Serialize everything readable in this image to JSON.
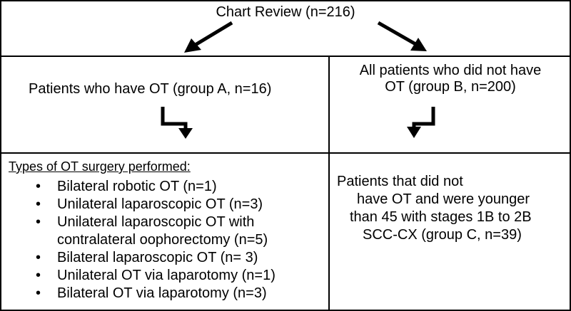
{
  "top": {
    "title": "Chart Review (n=216)"
  },
  "group_a": {
    "label": "Patients who have OT (group A, n=16)"
  },
  "group_b": {
    "line1": "All patients who did not have",
    "line2": "OT (group B, n=200)"
  },
  "surgery": {
    "title": "Types of OT surgery performed:",
    "items": [
      {
        "line1": "Bilateral robotic OT (n=1)",
        "line2": ""
      },
      {
        "line1": "Unilateral laparoscopic OT (n=3)",
        "line2": ""
      },
      {
        "line1": "Unilateral laparoscopic OT with",
        "line2": "contralateral oophorectomy (n=5)"
      },
      {
        "line1": "Bilateral laparoscopic OT (n= 3)",
        "line2": ""
      },
      {
        "line1": "Unilateral OT via laparotomy  (n=1)",
        "line2": ""
      },
      {
        "line1": "Bilateral OT via laparotomy  (n=3)",
        "line2": ""
      }
    ]
  },
  "group_c": {
    "line1": "Patients that did not",
    "line2": "have OT and were younger",
    "line3": "than 45  with stages 1B to 2B",
    "line4": "SCC-CX (group C, n=39)"
  }
}
